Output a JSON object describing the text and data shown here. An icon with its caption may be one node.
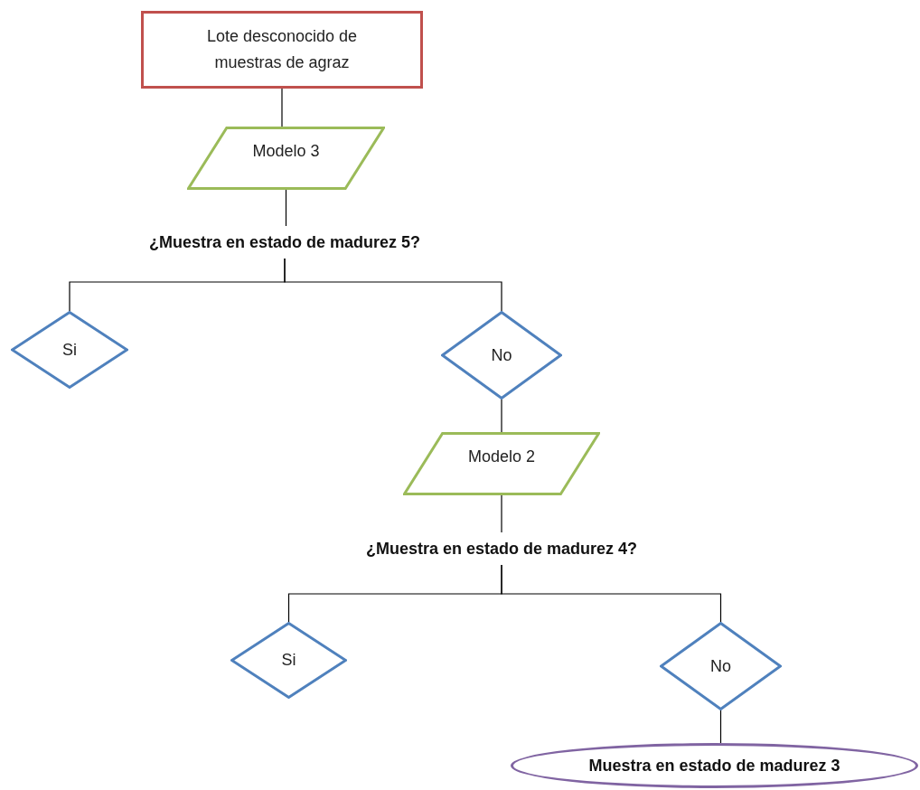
{
  "diagram": {
    "nodes": [
      {
        "text": [
          "Lote desconocido de muestras de agraz"
        ]
      },
      {
        "text": [
          "Modelo 3"
        ]
      },
      {
        "text": [
          "¿Muestra en estado de madurez 5?"
        ]
      },
      {
        "text": [
          "Si"
        ]
      },
      {
        "text": [
          "No"
        ]
      },
      {
        "text": [
          "Modelo 2"
        ]
      },
      {
        "text": [
          "¿Muestra en estado de madurez 4?"
        ]
      },
      {
        "text": [
          "Si"
        ]
      },
      {
        "text": [
          "No"
        ]
      },
      {
        "text": [
          "Muestra en estado de madurez 3"
        ]
      }
    ],
    "edges": [
      {
        "from": 0,
        "to": 1,
        "arrow": "none"
      },
      {
        "from": 1,
        "to": 2,
        "arrow": "none"
      },
      {
        "from": 2,
        "to": 3,
        "arrow": "none"
      },
      {
        "from": 2,
        "to": 4,
        "arrow": "none"
      },
      {
        "from": 4,
        "to": 5,
        "arrow": "none"
      },
      {
        "from": 5,
        "to": 6,
        "arrow": "none"
      },
      {
        "from": 6,
        "to": 7,
        "arrow": "none"
      },
      {
        "from": 6,
        "to": 8,
        "arrow": "none"
      },
      {
        "from": 8,
        "to": 9,
        "arrow": "none"
      }
    ]
  }
}
